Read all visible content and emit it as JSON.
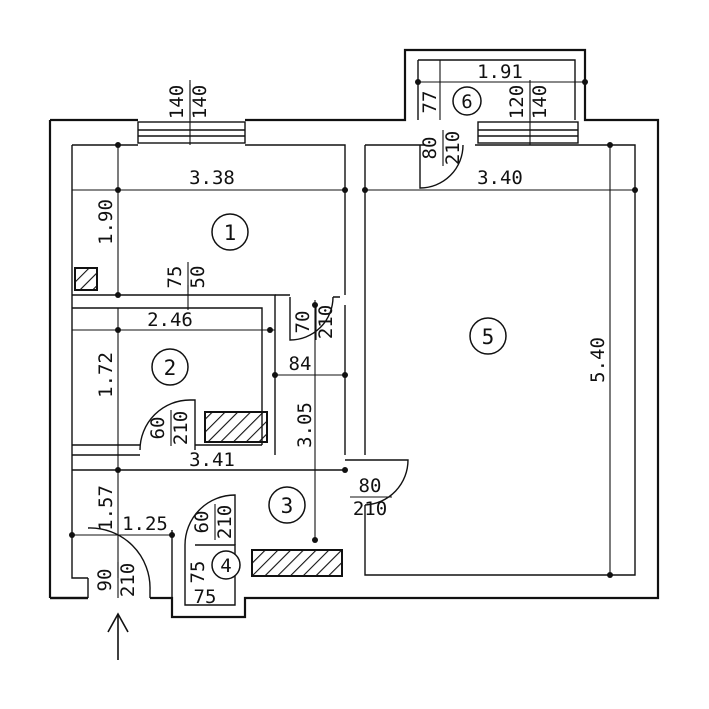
{
  "rooms": [
    {
      "id": "1",
      "label": "1"
    },
    {
      "id": "2",
      "label": "2"
    },
    {
      "id": "3",
      "label": "3"
    },
    {
      "id": "4",
      "label": "4"
    },
    {
      "id": "5",
      "label": "5"
    },
    {
      "id": "6",
      "label": "6"
    }
  ],
  "dimensions": {
    "room1_width": "3.38",
    "room1_depth": "1.90",
    "room2_width": "2.46",
    "room2_depth": "1.72",
    "hall_width": "3.41",
    "hall_depth": "1.57",
    "entry_width": "1.25",
    "passage_width": "84",
    "passage_depth": "3.05",
    "room5_width": "3.40",
    "room5_depth": "5.40",
    "balcony_width": "1.91",
    "balcony_depth": "77",
    "bath_width": "75",
    "bath_depth": "75"
  },
  "openings": {
    "window1": {
      "width": "140",
      "height": "140"
    },
    "window5": {
      "width": "120",
      "height": "140"
    },
    "door_balcony": {
      "width": "80",
      "height": "210"
    },
    "door_room1_kitchen": {
      "width": "75",
      "height": "50"
    },
    "door_room1": {
      "width": "70",
      "height": "210"
    },
    "door_room2": {
      "width": "60",
      "height": "210"
    },
    "door_room5": {
      "width": "80",
      "height": "210"
    },
    "door_bath": {
      "width": "60",
      "height": "210"
    },
    "door_entry": {
      "width": "90",
      "height": "210"
    }
  }
}
